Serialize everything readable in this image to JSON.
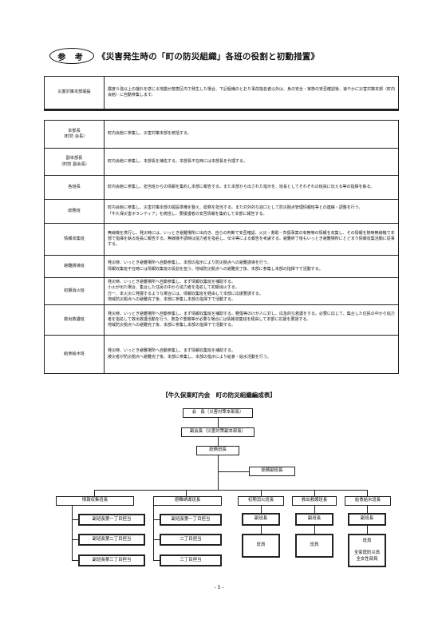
{
  "header": {
    "badge": "参 考",
    "title": "《災害発生時の「町の防災組織」各班の役割と初動措置》"
  },
  "hq": {
    "label": "災害対策本部開設",
    "desc": "震度５強以上の揺れを感じる地震が慈恵区内で発生した場合、下記組織のとおり事前指名者以外は、身の安全・家族の安否確認後、速やかに災害対策本部（町内会館）に自動参集します。"
  },
  "roles": [
    {
      "label": [
        "本部長",
        "（町防 会長）"
      ],
      "desc": [
        "町内会館に参集し、災害対策本部を統括する。"
      ],
      "h": 34
    },
    {
      "label": [
        "副本部長",
        "（町防 副会長）"
      ],
      "desc": [
        "町内会館に参集し、本部長を補佐する。本部長不在時には本部長を代理する。"
      ],
      "h": 34
    },
    {
      "label": [
        "各班長"
      ],
      "desc": [
        "町内会館に参集し、担当班からの情報を集約し本部に報告する。また本部から出された指示を、班長としてそれぞれの班員に伝える等の指揮を執る。"
      ],
      "h": 30
    },
    {
      "label": [
        "総務班"
      ],
      "desc": [
        "町内会館に参集し、災害対策本部の開設準備を整え、総務を担当する。また対外的な窓口として防災拠点管理情報班等との連絡・調整を行う。",
        "「牛久保災害ボランティア」を統括し、要援護者の安否情報を集約して本部に報告する。"
      ],
      "h": 30
    },
    {
      "label": [
        "情報収集班"
      ],
      "desc": [
        "無線機を携行し、発災時には、いっとき避難場所に出向き、自らの判断で安否確認、火災・救助・負傷事案の有無等の情報を収集し、その情報を随時無線機で本部で指揮を執る班長に報告する。無線機不調時は協力者を指名し、伝令等による報告を考慮する。避難終了後もいっとき避難場所にとどまり情報収集活動に従事する。"
      ],
      "h": 40
    },
    {
      "label": [
        "避難誘導班"
      ],
      "desc": [
        "発災時、いっとき避難場所へ自動参集し、本部の指示により防災拠点への避難誘導を行う。",
        "情報収集班不在時には情報収集班の役割を担う。地域防災拠点への避難完了後、本部に参集し本部の指揮下で活動する。"
      ],
      "h": 28
    },
    {
      "label": [
        "初期消火班"
      ],
      "desc": [
        "発災時、いっとき避難場所へ自動参集し、まず情報収集班を補助する。",
        "小火が出た場合、集合した住民の中から協力者を指名して初期消火する。",
        "万一、本火災に発展するような場合には、情報収集班を経由して本部に応援要請する。",
        "地域防災拠点への避難完了後、本部に参集し本部の指揮下で活動する。"
      ],
      "h": 34
    },
    {
      "label": [
        "救出救護班"
      ],
      "desc": [
        "発災時、いっとき避難場所へ自動参集し、まず情報収集班を補助する。軽傷等のけが人に対し、応急的な救護をする。必要に応じて、集合した住民の中から協力者を指名して救出救護活動を行う。救急や重機等が必要な場合には情報収集班を経由して本部に応援を要請する。",
        "地域防災拠点への避難完了後、本部に参集し本部の指揮下で活動する。"
      ],
      "h": 38
    },
    {
      "label": [
        "給食給水班"
      ],
      "desc": [
        "発災時、いっとき避難場所へ自動参集し、まず情報収集班を補助する。",
        "被災者が防災拠点へ避難完了後、本部に参集し、本部の指示により給食・給水活動を行う。"
      ],
      "h": 0
    }
  ],
  "chart": {
    "title": "【牛久保東町内会　町の防災組織編成表】",
    "chairman": "会　長（災害対策本部長）",
    "vice": "副会長（災害対策副本部長）",
    "general": "総務班長",
    "general_vice": "総務副班長",
    "teams": [
      "情報収集班長",
      "避難誘導班長",
      "初期消火班長",
      "救出救護班長",
      "給食給水班長"
    ],
    "info_subs": [
      "副班長第一丁目担当",
      "副班長第二丁目担当",
      "副班長第三丁目担当"
    ],
    "evac_subs": [
      "副班長第一丁目担当",
      "二丁目担当",
      "三丁目担当"
    ],
    "vice_leader": "副班長",
    "member": "班員",
    "extra": [
      "全家庭防災員",
      "全女性部員"
    ]
  },
  "page": "- 5 -"
}
